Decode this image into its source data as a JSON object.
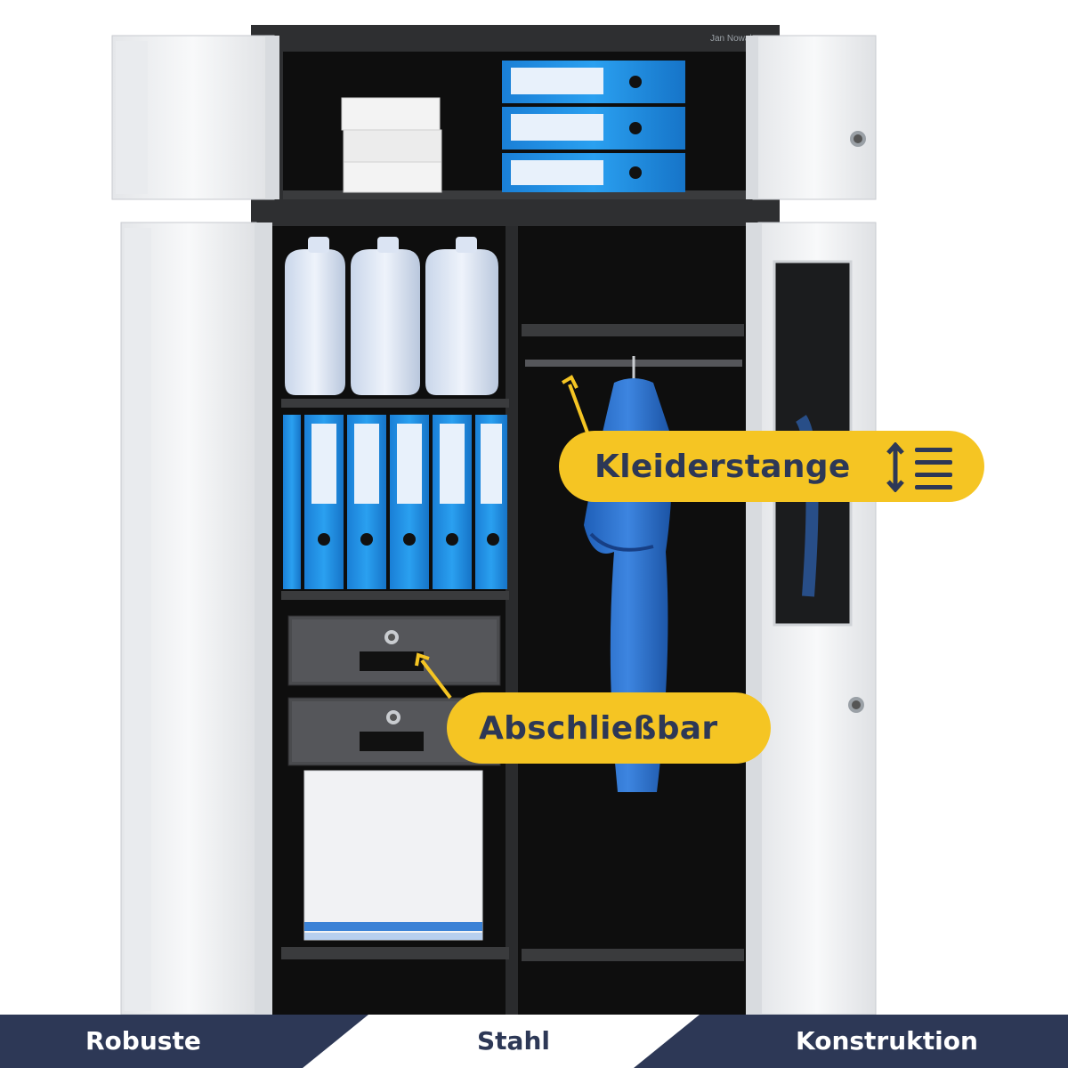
{
  "colors": {
    "accent_yellow": "#F5C523",
    "navy": "#2D3856",
    "cabinet_white": "#F2F3F5",
    "cabinet_dark": "#2E2F31",
    "interior_black": "#0E0E0E",
    "binder_blue": "#1D8FE6",
    "banner_text_light": "#FFFFFF"
  },
  "product": {
    "brand_label": "Jan Nowak"
  },
  "callouts": {
    "clothes_rail": {
      "label": "Kleiderstange",
      "icon": "sort-list-icon"
    },
    "lockable": {
      "label": "Abschließbar"
    }
  },
  "banner": {
    "left": "Robuste",
    "middle": "Stahl",
    "right": "Konstruktion"
  }
}
